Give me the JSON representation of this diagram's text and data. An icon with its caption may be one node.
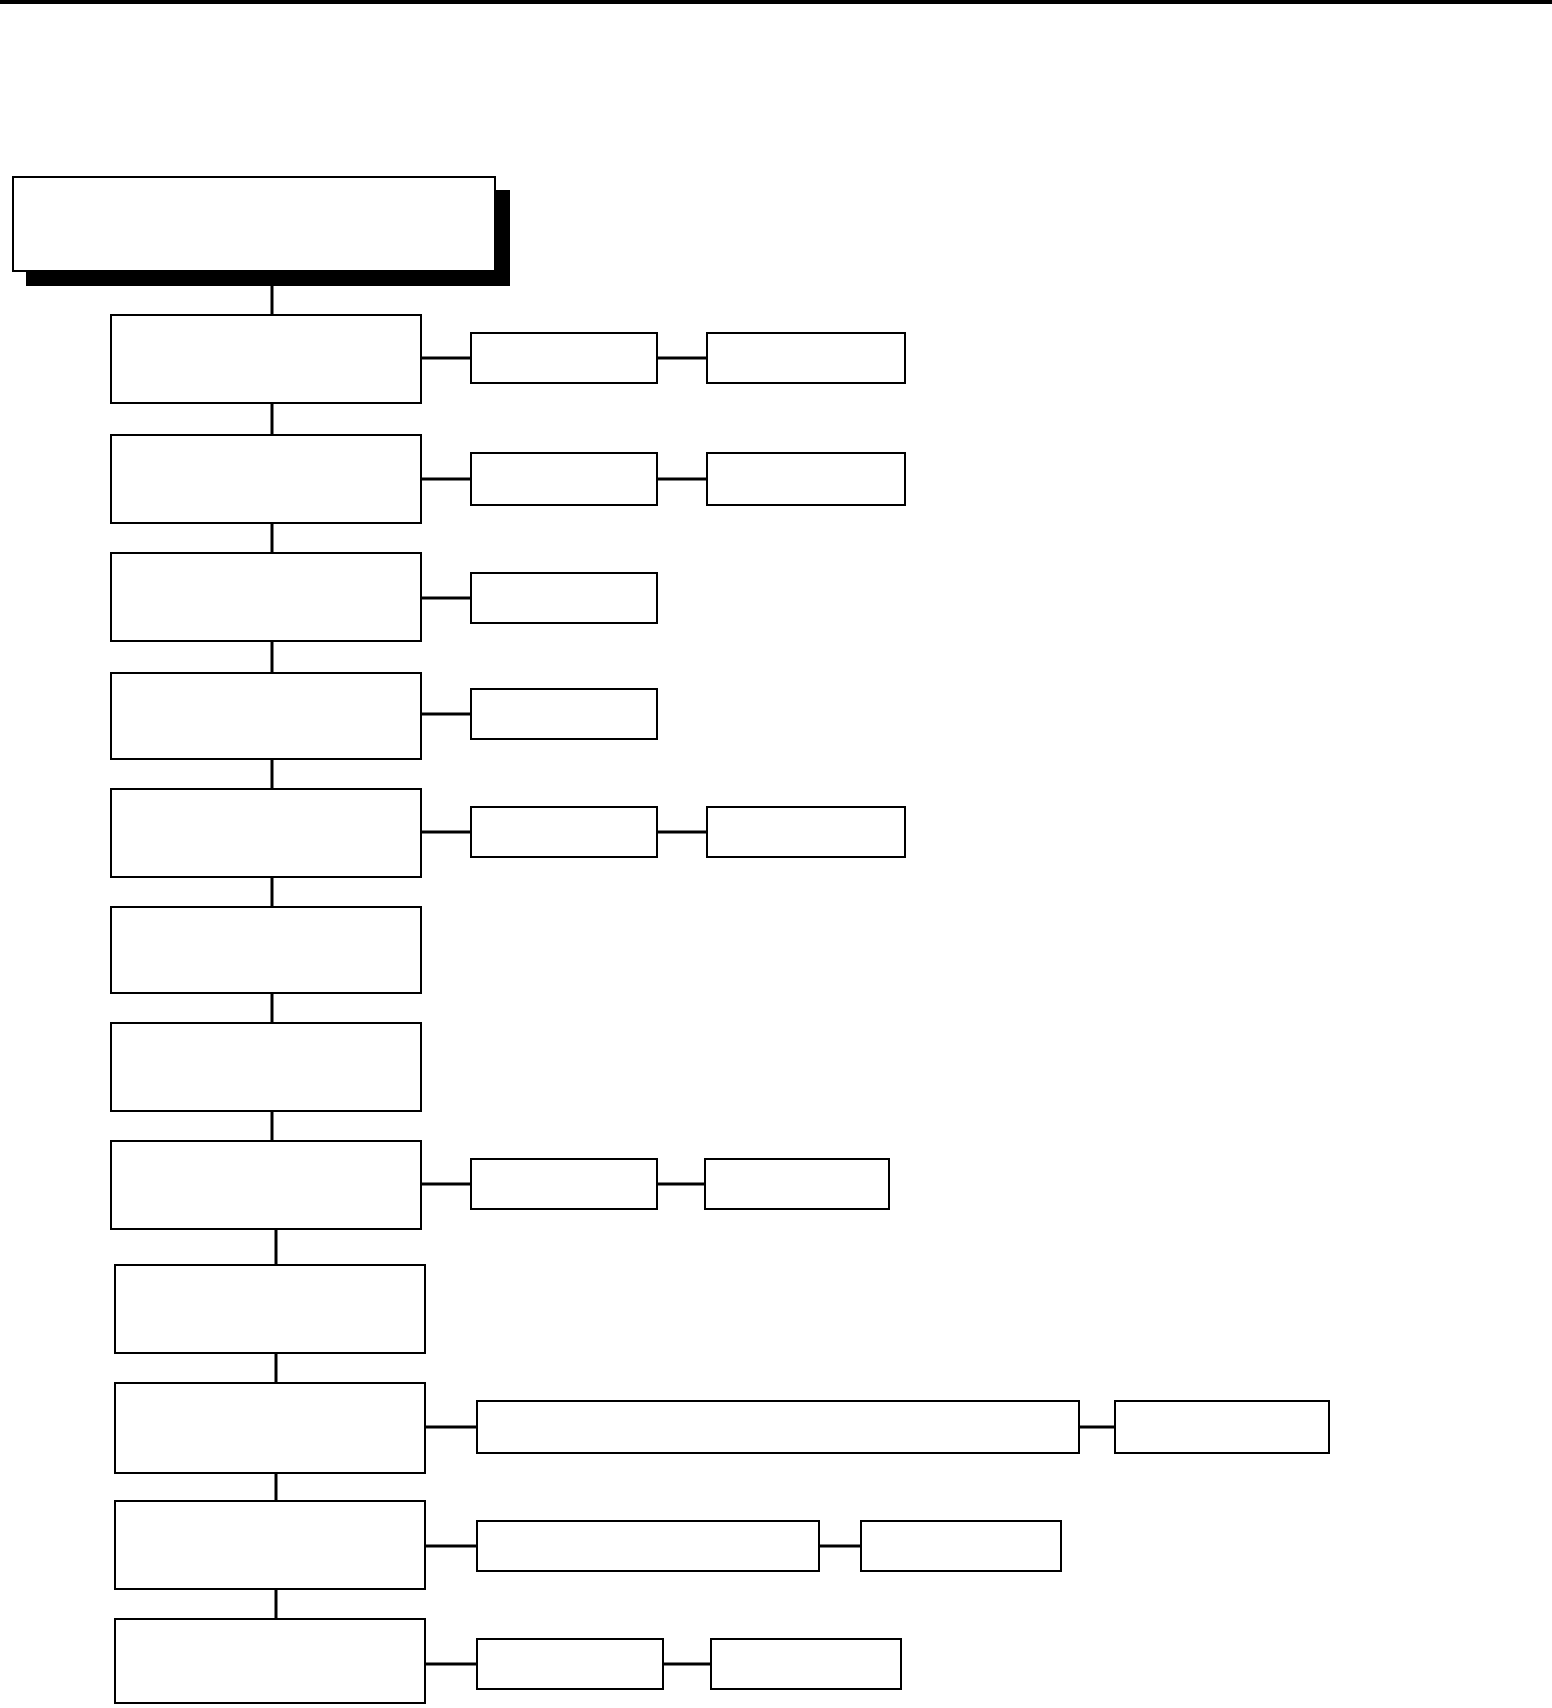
{
  "diagram": {
    "nodes": [
      {
        "text": [],
        "shape": "box"
      },
      {
        "text": [],
        "shape": "box"
      },
      {
        "text": [],
        "shape": "box"
      },
      {
        "text": [],
        "shape": "box"
      },
      {
        "text": [],
        "shape": "box"
      },
      {
        "text": [],
        "shape": "box"
      },
      {
        "text": [],
        "shape": "box"
      },
      {
        "text": [],
        "shape": "box"
      },
      {
        "text": [],
        "shape": "box"
      },
      {
        "text": [],
        "shape": "box"
      },
      {
        "text": [],
        "shape": "box"
      },
      {
        "text": [],
        "shape": "box"
      },
      {
        "text": [],
        "shape": "box"
      },
      {
        "text": [],
        "shape": "box"
      },
      {
        "text": [],
        "shape": "box"
      },
      {
        "text": [],
        "shape": "box"
      },
      {
        "text": [],
        "shape": "box"
      },
      {
        "text": [],
        "shape": "box"
      },
      {
        "text": [],
        "shape": "box"
      },
      {
        "text": [],
        "shape": "box"
      },
      {
        "text": [],
        "shape": "box"
      },
      {
        "text": [],
        "shape": "box"
      },
      {
        "text": [],
        "shape": "box"
      },
      {
        "text": [],
        "shape": "box"
      },
      {
        "text": [],
        "shape": "box"
      },
      {
        "text": [],
        "shape": "box"
      },
      {
        "text": [],
        "shape": "box"
      },
      {
        "text": [],
        "shape": "box"
      },
      {
        "text": [],
        "shape": "box"
      }
    ],
    "edges": [
      {
        "from": 0,
        "to": 1,
        "arrow": "none"
      },
      {
        "from": 1,
        "to": 4,
        "arrow": "none"
      },
      {
        "from": 4,
        "to": 7,
        "arrow": "none"
      },
      {
        "from": 7,
        "to": 9,
        "arrow": "none"
      },
      {
        "from": 9,
        "to": 11,
        "arrow": "none"
      },
      {
        "from": 11,
        "to": 14,
        "arrow": "none"
      },
      {
        "from": 14,
        "to": 15,
        "arrow": "none"
      },
      {
        "from": 15,
        "to": 16,
        "arrow": "none"
      },
      {
        "from": 16,
        "to": 19,
        "arrow": "none"
      },
      {
        "from": 19,
        "to": 20,
        "arrow": "none"
      },
      {
        "from": 20,
        "to": 23,
        "arrow": "none"
      },
      {
        "from": 23,
        "to": 26,
        "arrow": "none"
      },
      {
        "from": 1,
        "to": 2,
        "arrow": "none"
      },
      {
        "from": 2,
        "to": 3,
        "arrow": "none"
      },
      {
        "from": 4,
        "to": 5,
        "arrow": "none"
      },
      {
        "from": 5,
        "to": 6,
        "arrow": "none"
      },
      {
        "from": 7,
        "to": 8,
        "arrow": "none"
      },
      {
        "from": 9,
        "to": 10,
        "arrow": "none"
      },
      {
        "from": 11,
        "to": 12,
        "arrow": "none"
      },
      {
        "from": 12,
        "to": 13,
        "arrow": "none"
      },
      {
        "from": 16,
        "to": 17,
        "arrow": "none"
      },
      {
        "from": 17,
        "to": 18,
        "arrow": "none"
      },
      {
        "from": 20,
        "to": 21,
        "arrow": "none"
      },
      {
        "from": 21,
        "to": 22,
        "arrow": "none"
      },
      {
        "from": 23,
        "to": 24,
        "arrow": "none"
      },
      {
        "from": 24,
        "to": 25,
        "arrow": "none"
      },
      {
        "from": 26,
        "to": 27,
        "arrow": "none"
      },
      {
        "from": 27,
        "to": 28,
        "arrow": "none"
      }
    ]
  }
}
